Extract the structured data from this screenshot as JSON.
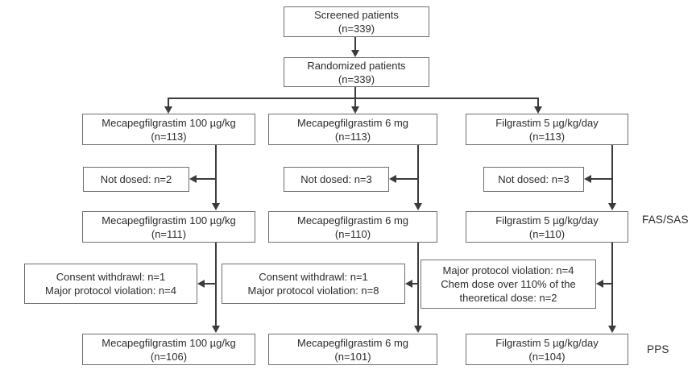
{
  "colors": {
    "box_border": "#6f6f6f",
    "connector": "#3b3b3b",
    "text": "#2b2b2b",
    "background": "#ffffff"
  },
  "flow": {
    "screened": [
      "Screened patients",
      "(n=339)"
    ],
    "randomized": [
      "Randomized patients",
      "(n=339)"
    ]
  },
  "columns": [
    {
      "arm": [
        "Mecapegfilgrastim 100 µg/kg",
        "(n=113)"
      ],
      "not_dosed": "Not dosed: n=2",
      "fas": [
        "Mecapegfilgrastim 100 µg/kg",
        "(n=111)"
      ],
      "exclusions": [
        "Consent withdrawl: n=1",
        "Major protocol violation: n=4"
      ],
      "pps": [
        "Mecapegfilgrastim 100 µg/kg",
        "(n=106)"
      ]
    },
    {
      "arm": [
        "Mecapegfilgrastim 6 mg",
        "(n=113)"
      ],
      "not_dosed": "Not dosed: n=3",
      "fas": [
        "Mecapegfilgrastim 6 mg",
        "(n=110)"
      ],
      "exclusions": [
        "Consent withdrawl: n=1",
        "Major protocol violation: n=8"
      ],
      "pps": [
        "Mecapegfilgrastim 6 mg",
        "(n=101)"
      ]
    },
    {
      "arm": [
        "Filgrastim 5 µg/kg/day",
        "(n=113)"
      ],
      "not_dosed": "Not dosed: n=3",
      "fas": [
        "Filgrastim 5 µg/kg/day",
        "(n=110)"
      ],
      "exclusions": [
        "Major protocol violation: n=4",
        "Chem dose over 110% of the",
        "theoretical dose: n=2"
      ],
      "pps": [
        "Filgrastim 5 µg/kg/day",
        "(n=104)"
      ]
    }
  ],
  "side_labels": {
    "fas_sas": "FAS/SAS",
    "pps": "PPS"
  }
}
